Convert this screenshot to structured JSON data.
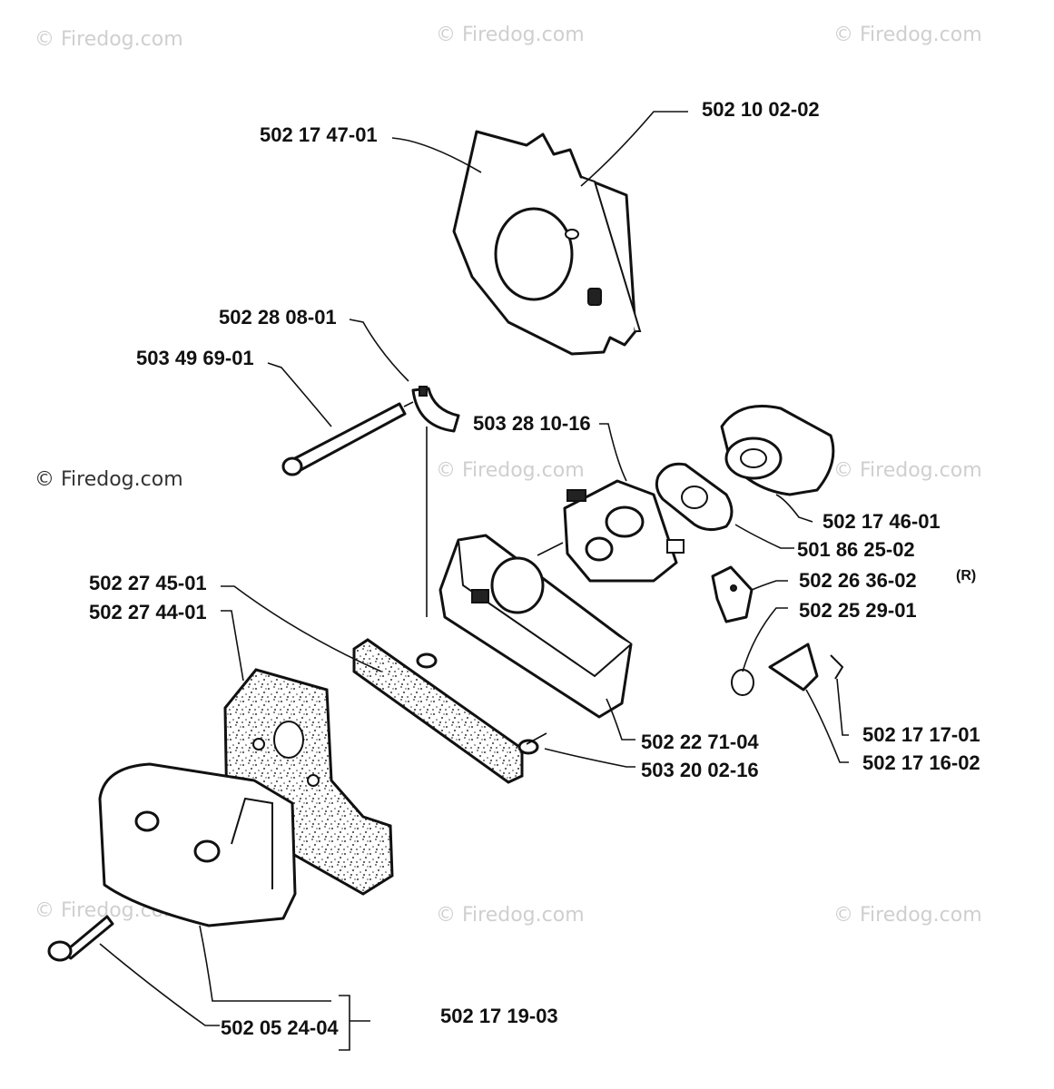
{
  "watermarks": [
    "© Firedog.com",
    "© Firedog.com",
    "© Firedog.com",
    "© Firedog.com",
    "© Firedog.com",
    "© Firedog.com",
    "© Firedog.com",
    "© Firedog.com",
    "© Firedog.com"
  ],
  "labels": {
    "p_502174701": "502 17 47-01",
    "p_502100202": "502 10 02-02",
    "p_502280801": "502 28 08-01",
    "p_503496901": "503 49 69-01",
    "p_503281016": "503 28 10-16",
    "p_502174601": "502 17 46-01",
    "p_501862502": "501 86 25-02",
    "p_502263602": "502 26 36-02",
    "p_502263602_note": "(R)",
    "p_502252901": "502 25 29-01",
    "p_502274501": "502 27 45-01",
    "p_502274401": "502 27 44-01",
    "p_502227104": "502 22 71-04",
    "p_503200216": "503 20 02-16",
    "p_502171701": "502 17 17-01",
    "p_502171602": "502 17 16-02",
    "p_502052404": "502 05 24-04",
    "p_502171903": "502 17 19-03"
  }
}
